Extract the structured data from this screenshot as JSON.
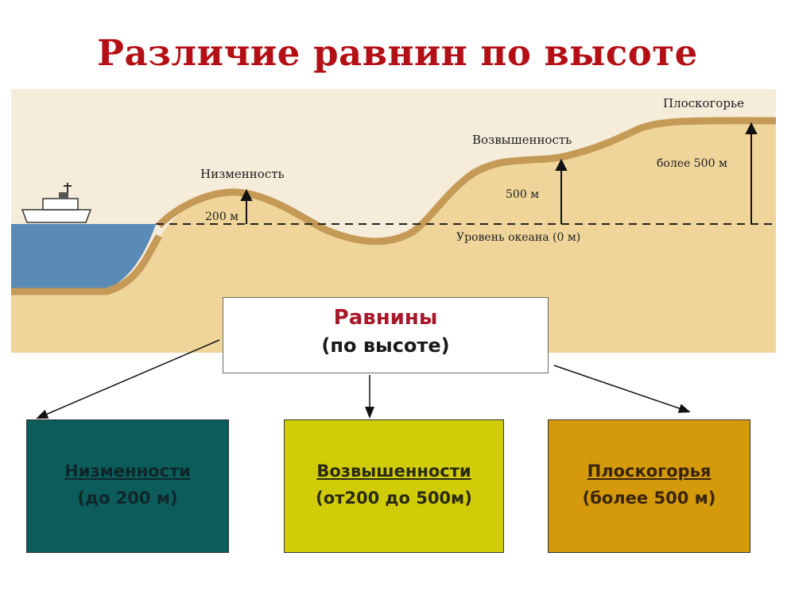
{
  "title": "Различие равнин по высоте",
  "profile": {
    "labels": {
      "lowland": "Низменность",
      "upland": "Возвышенность",
      "plateau": "Плоскогорье",
      "h200": "200 м",
      "h500": "500 м",
      "h_more500": "более 500 м",
      "sea_level": "Уровень океана (0 м)"
    },
    "colors": {
      "sea": "#5a8bb6",
      "land": "#efd59a",
      "soil": "#c59a57",
      "sky": "#f5ecda"
    }
  },
  "center": {
    "line1": "Равнины",
    "line2": "(по высоте)"
  },
  "categories": [
    {
      "name": "Низменности",
      "range": "(до 200 м)",
      "bg": "#0b5c5a",
      "fg": "#10262a"
    },
    {
      "name": "Возвышенности",
      "range": "(от200 до 500м)",
      "bg": "#d1cc08",
      "fg": "#2a2a10"
    },
    {
      "name": "Плоскогорья",
      "range": "(более 500 м)",
      "bg": "#d49a0c",
      "fg": "#3a2508"
    }
  ]
}
